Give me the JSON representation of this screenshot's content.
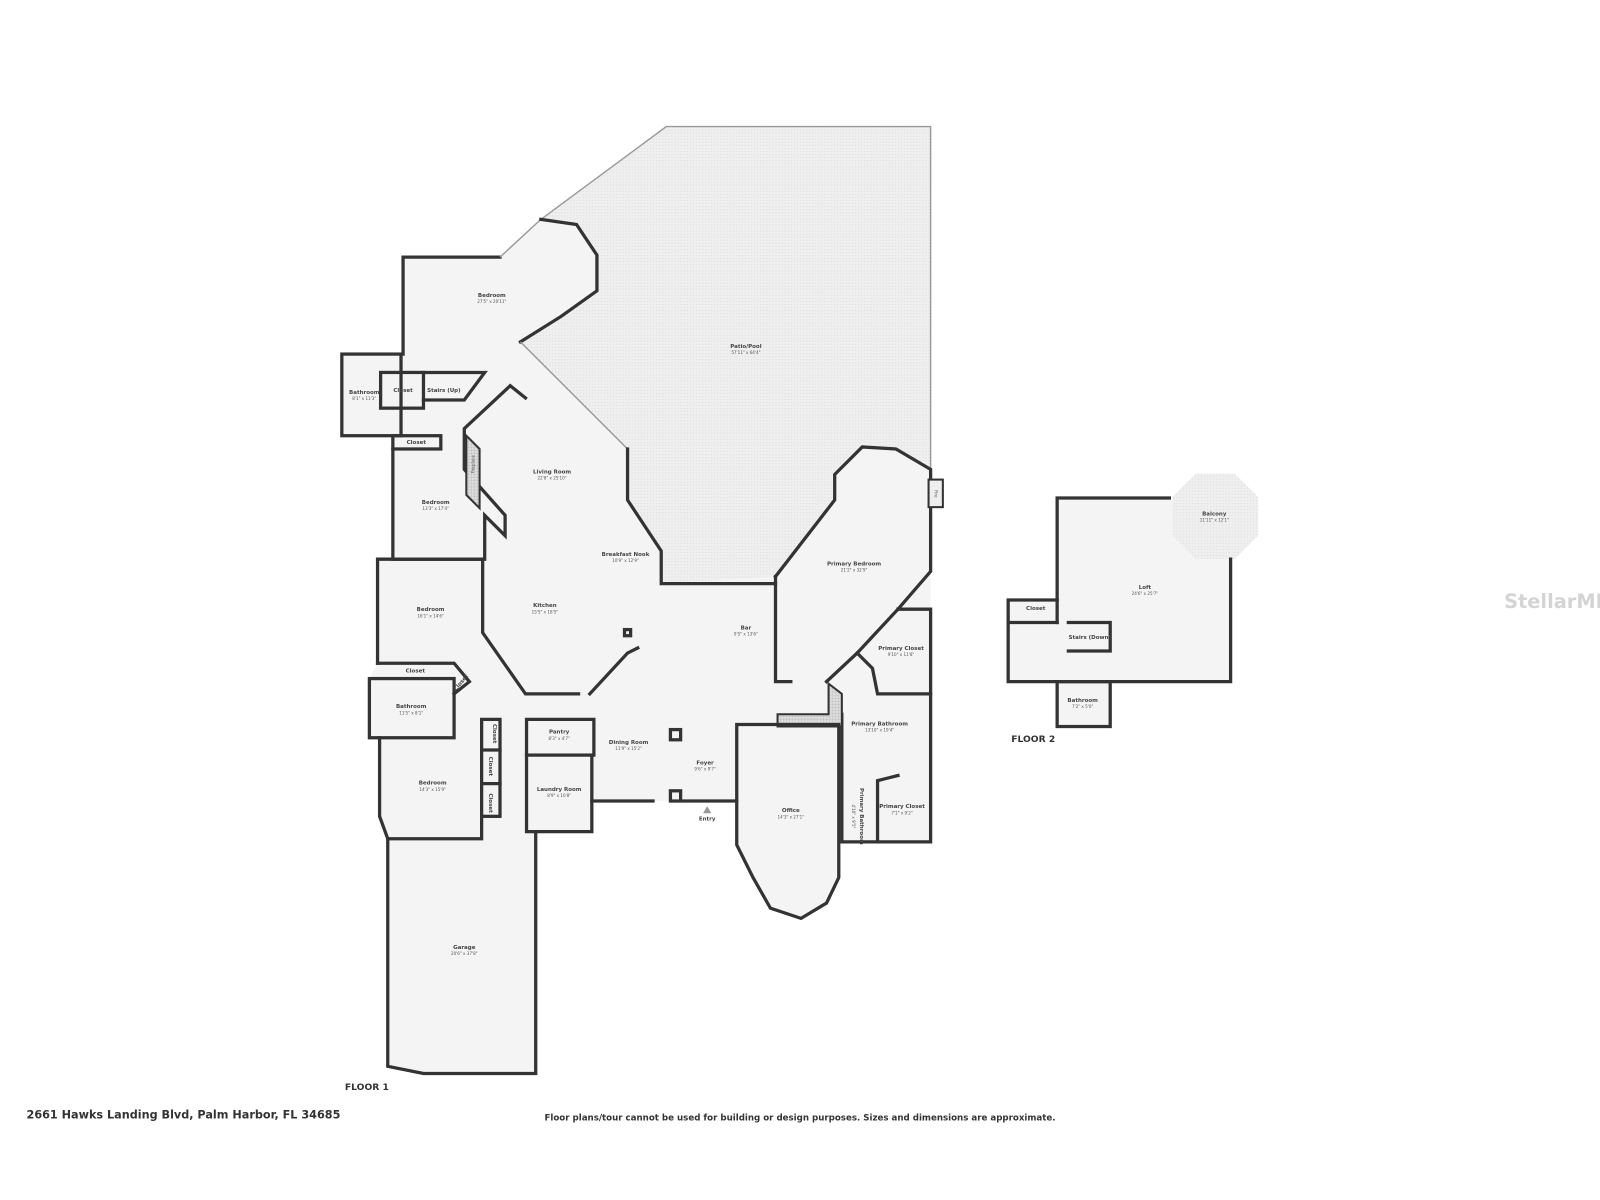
{
  "address": "2661 Hawks Landing Blvd, Palm Harbor, FL 34685",
  "disclaimer": "Floor plans/tour cannot be used for building or design purposes. Sizes and dimensions are approximate.",
  "watermark": "StellarMLS",
  "colors": {
    "wall": "#333333",
    "floor": "#f4f4f4",
    "outdoor": "#ececec",
    "background": "#ffffff"
  },
  "floor1": {
    "label": "FLOOR 1",
    "entry_label": "Entry",
    "fireplace_label": "Fireplace",
    "fire_label": "Fire",
    "rooms": [
      {
        "name": "Bedroom",
        "dims": "27'5\" x 20'11\""
      },
      {
        "name": "Bathroom",
        "dims": "8'1\" x 11'3\""
      },
      {
        "name": "Closet",
        "dims": ""
      },
      {
        "name": "Stairs (Up)",
        "dims": ""
      },
      {
        "name": "Closet",
        "dims": ""
      },
      {
        "name": "Bedroom",
        "dims": "13'3\" x 17'4\""
      },
      {
        "name": "Living Room",
        "dims": "22'8\" x 25'10\""
      },
      {
        "name": "Breakfast Nook",
        "dims": "10'9\" x 12'9\""
      },
      {
        "name": "Kitchen",
        "dims": "15'5\" x 18'5\""
      },
      {
        "name": "Bedroom",
        "dims": "16'1\" x 14'6\""
      },
      {
        "name": "Closet",
        "dims": ""
      },
      {
        "name": "Closet",
        "dims": ""
      },
      {
        "name": "Bathroom",
        "dims": "11'5\" x 8'1\""
      },
      {
        "name": "Closet",
        "dims": ""
      },
      {
        "name": "Closet",
        "dims": ""
      },
      {
        "name": "Closet",
        "dims": ""
      },
      {
        "name": "Bedroom",
        "dims": "14'3\" x 15'9\""
      },
      {
        "name": "Pantry",
        "dims": "8'3\" x 4'7\""
      },
      {
        "name": "Laundry Room",
        "dims": "8'9\" x 10'8\""
      },
      {
        "name": "Dining Room",
        "dims": "11'9\" x 15'2\""
      },
      {
        "name": "Foyer",
        "dims": "9'6\" x 9'7\""
      },
      {
        "name": "Bar",
        "dims": "9'5\" x 13'6\""
      },
      {
        "name": "Office",
        "dims": "14'3\" x 27'1\""
      },
      {
        "name": "Primary Bedroom",
        "dims": "21'2\" x 32'9\""
      },
      {
        "name": "Primary Closet",
        "dims": "9'10\" x 11'8\""
      },
      {
        "name": "Primary Bathroom",
        "dims": "13'10\" x 19'4\""
      },
      {
        "name": "Primary Closet",
        "dims": "7'1\" x 9'2\""
      },
      {
        "name": "Primary Bathroom",
        "dims": "4'10\" x 9'5\""
      },
      {
        "name": "Garage",
        "dims": "20'6\" x 37'8\""
      },
      {
        "name": "Patio/Pool",
        "dims": "57'11\" x 64'4\""
      }
    ]
  },
  "floor2": {
    "label": "FLOOR 2",
    "rooms": [
      {
        "name": "Balcony",
        "dims": "11'11\" x 12'1\""
      },
      {
        "name": "Loft",
        "dims": "24'6\" x 25'7\""
      },
      {
        "name": "Closet",
        "dims": ""
      },
      {
        "name": "Stairs (Down)",
        "dims": ""
      },
      {
        "name": "Bathroom",
        "dims": "7'2\" x 5'0\""
      }
    ]
  }
}
